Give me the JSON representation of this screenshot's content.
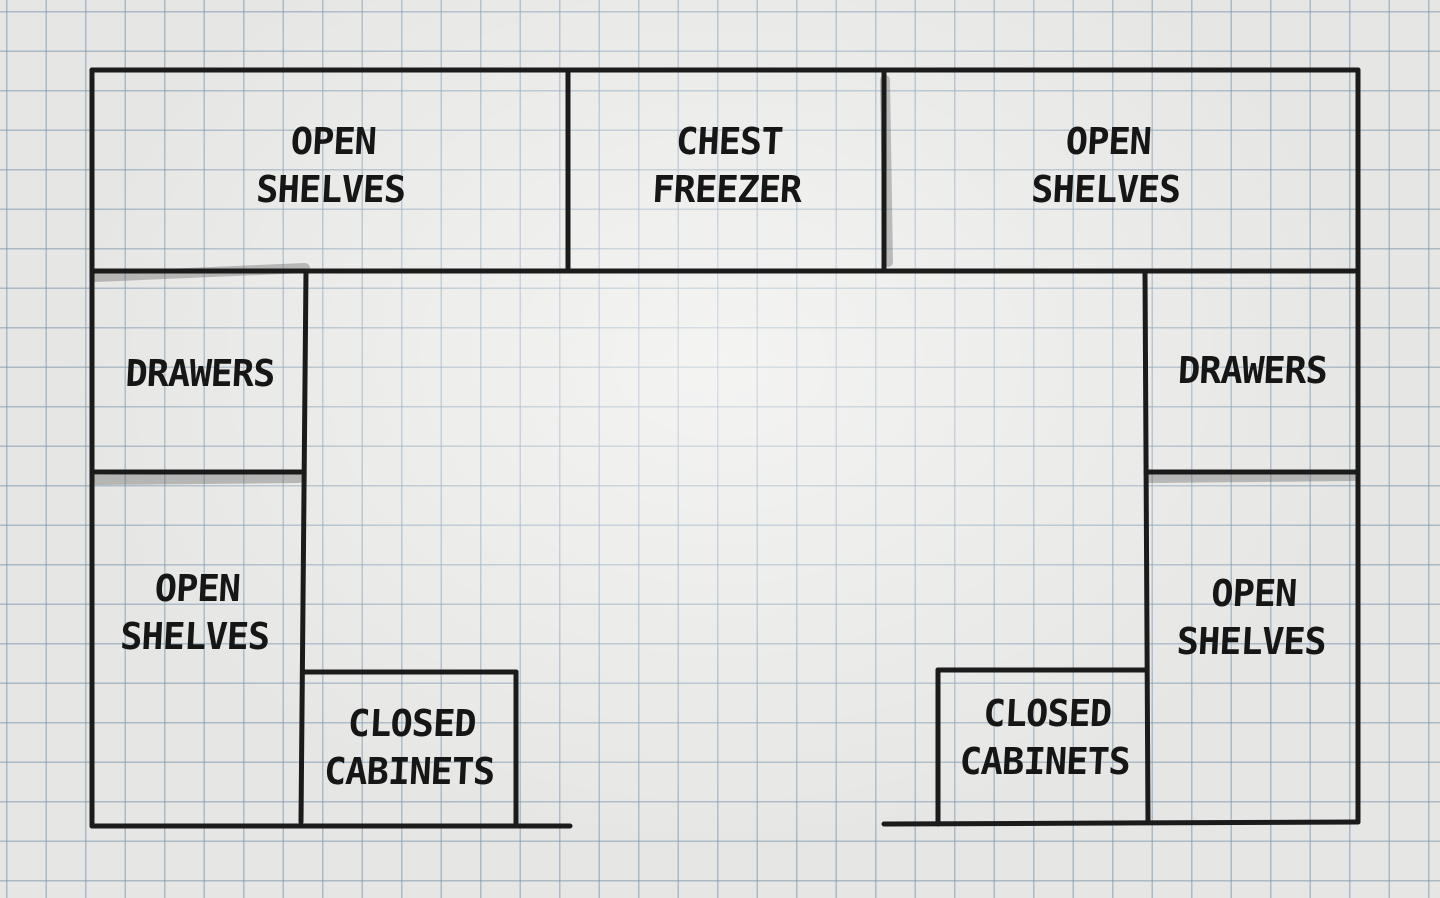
{
  "plan": {
    "top_left": {
      "line1": "OPEN",
      "line2": "SHELVES"
    },
    "top_center": {
      "line1": "CHEST",
      "line2": "FREEZER"
    },
    "top_right": {
      "line1": "OPEN",
      "line2": "SHELVES"
    },
    "left_drawers": {
      "line1": "DRAWERS"
    },
    "left_open": {
      "line1": "OPEN",
      "line2": "SHELVES"
    },
    "left_closed": {
      "line1": "CLOSED",
      "line2": "CABINETS"
    },
    "right_drawers": {
      "line1": "DRAWERS"
    },
    "right_open": {
      "line1": "OPEN",
      "line2": "SHELVES"
    },
    "right_closed": {
      "line1": "CLOSED",
      "line2": "CABINETS"
    }
  },
  "colors": {
    "ink": "#1b1b1b",
    "paper": "#e6e6e4",
    "grid": "#7896af"
  }
}
